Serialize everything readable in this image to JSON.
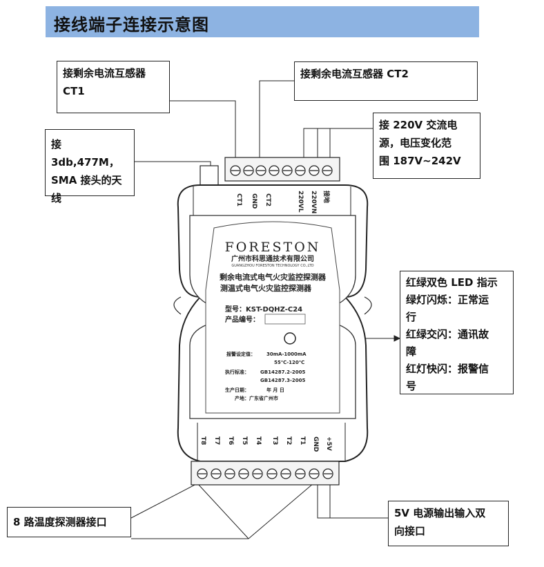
{
  "title": "接线端子连接示意图",
  "callouts": {
    "ct1": "接剩余电流互感器\nCT1",
    "ct2": "接剩余电流互感器 CT2",
    "antenna": "接 3db,477M，\nSMA 接头的天\n线",
    "power": "接  220V  交流电\n源，电压变化范\n围 187V~242V",
    "led": "红绿双色 LED 指示\n绿灯闪烁：正常运\n行\n红绿交闪：通讯故\n障\n红灯快闪：报警信\n号",
    "temp": "8 路温度探测器接口",
    "v5": "5V  电源输出输入双\n向接口"
  },
  "device": {
    "brand": "FORESTON",
    "company_cn": "广州市科思通技术有限公司",
    "company_en": "GUANGZHOU FORESTON TECHNOLOGY CO.,LTD",
    "product_line1": "剩余电流式电气火灾监控探测器",
    "product_line2": "测温式电气火灾监控探测器",
    "model": "型号：KST-DQHZ-C24",
    "serial": "产品编号：",
    "alarm_setting_label": "报警设定值：",
    "alarm_setting_value1": "30mA-1000mA",
    "alarm_setting_value2": "55℃-120℃",
    "standard_label": "执行标准：",
    "standard_1": "GB14287.2-2005",
    "standard_2": "GB14287.3-2005",
    "date_label": "生产日期：",
    "date_value": "年  月  日",
    "origin": "产地：广东省广州市"
  },
  "top_terminals": [
    "CT1",
    "GND",
    "CT2",
    "220VL",
    "220VN",
    "接地"
  ],
  "bottom_terminals": [
    "T8",
    "T7",
    "T6",
    "T5",
    "T4",
    "T3",
    "T2",
    "T1",
    "GND",
    "+5V"
  ]
}
